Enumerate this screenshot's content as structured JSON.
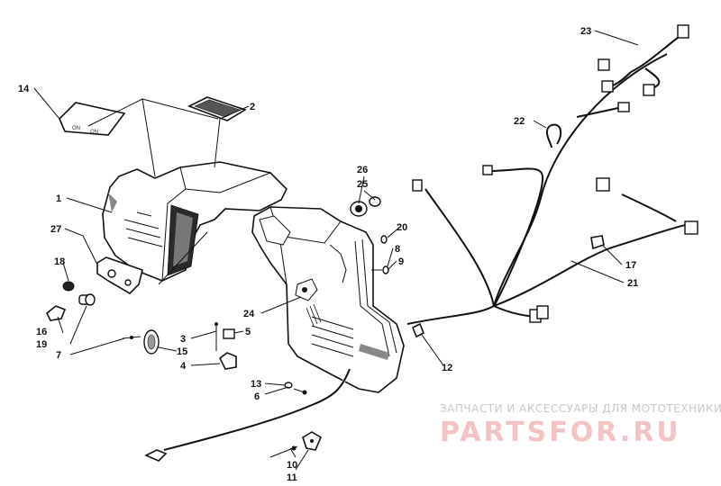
{
  "callouts": [
    "1",
    "2",
    "3",
    "4",
    "5",
    "6",
    "7",
    "8",
    "9",
    "10",
    "11",
    "12",
    "13",
    "14",
    "15",
    "16",
    "17",
    "18",
    "19",
    "20",
    "21",
    "22",
    "23",
    "24",
    "25",
    "26",
    "27"
  ],
  "watermark": {
    "tagline": "ЗАПЧАСТИ И АКСЕССУАРЫ ДЛЯ МОТОТЕХНИКИ",
    "logo": "PARTSFOR.RU"
  },
  "decal_text": [
    "ON",
    "ON"
  ]
}
